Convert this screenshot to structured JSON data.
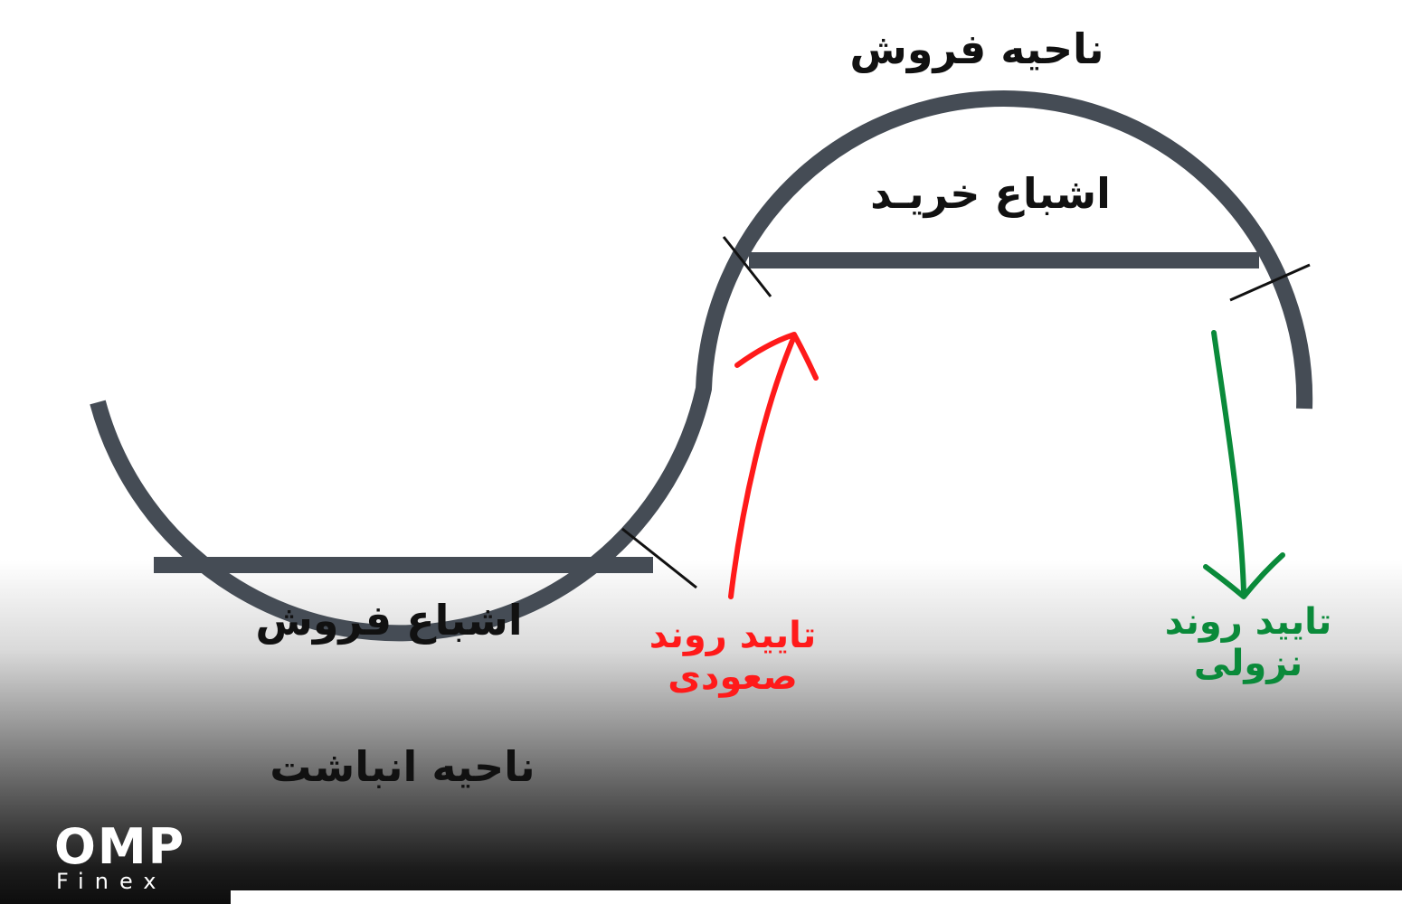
{
  "labels": {
    "distribution_zone": "ناحیه فروش",
    "overbought": "اشباع خریـد",
    "oversold": "اشباع فروش",
    "accumulation_zone": "ناحیه انباشت",
    "uptrend_line1": "تایید روند",
    "uptrend_line2": "صعودی",
    "downtrend_line1": "تایید روند",
    "downtrend_line2": "نزولی"
  },
  "logo": {
    "main": "OMP",
    "sub": "Finex"
  },
  "colors": {
    "curve": "#454c55",
    "up_arrow": "#ff1a1a",
    "down_arrow": "#0a8a3a",
    "text": "#111111"
  }
}
